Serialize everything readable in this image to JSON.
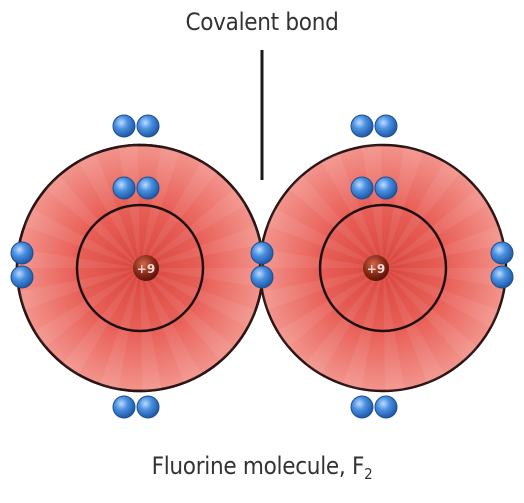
{
  "labels": {
    "bond": "Covalent bond",
    "caption_main": "Fluorine molecule, F",
    "caption_subscript": "2"
  },
  "atoms": [
    {
      "name": "left-fluorine-atom",
      "nucleus_label": "+9",
      "inner_electrons": 2,
      "outer_electrons": 7
    },
    {
      "name": "right-fluorine-atom",
      "nucleus_label": "+9",
      "inner_electrons": 2,
      "outer_electrons": 7
    }
  ],
  "shared_electron_pair": 2,
  "colors": {
    "shell_fill": "#ec6b64",
    "shell_fill_light": "#f59a92",
    "shell_stroke": "#2a1414",
    "electron": "#3b7fd0",
    "electron_highlight": "#a8ccf2",
    "nucleus_dark": "#6e1b10",
    "nucleus_light": "#c0523a",
    "nucleus_text": "#f3d6cf"
  }
}
